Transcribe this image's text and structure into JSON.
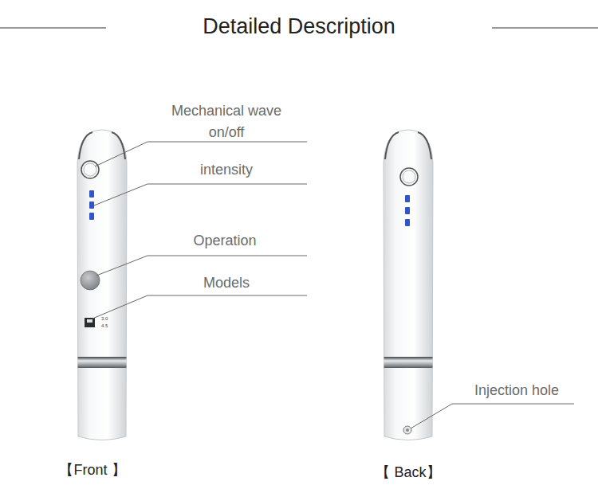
{
  "diagram": {
    "title": "Detailed Description",
    "labels": [
      "Mechanical wave on/off",
      "intensity",
      "Operation",
      "Models",
      "3.0",
      "4.5",
      "Injection hole",
      "【Front 】",
      "【 Back】"
    ]
  }
}
